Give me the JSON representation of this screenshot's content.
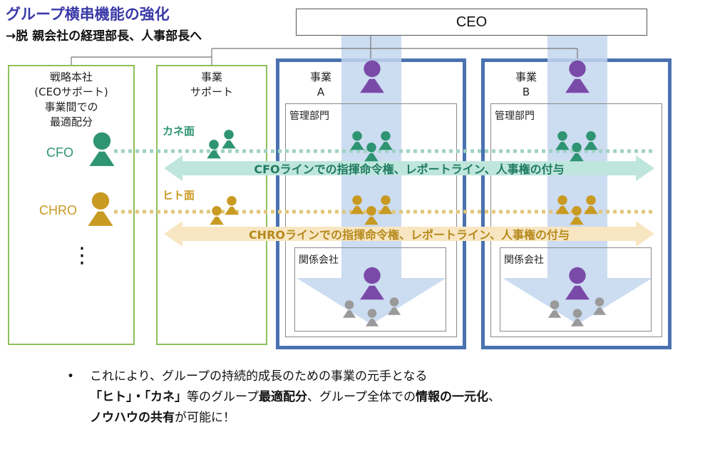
{
  "header": {
    "title": "グループ横串機能の強化",
    "subtitle": "→脱 親会社の経理部長、人事部長へ"
  },
  "ceo": {
    "label": "CEO"
  },
  "columns": {
    "strategy_hq": {
      "label": "戦略本社\n(CEOサポート)\n事業間での\n最適配分"
    },
    "business_support": {
      "label": "事業\nサポート"
    },
    "business_a": {
      "label": "事業\nA",
      "management": "管理部門",
      "affiliates": "関係会社"
    },
    "business_b": {
      "label": "事業\nB",
      "management": "管理部門",
      "affiliates": "関係会社"
    }
  },
  "roles": {
    "cfo": "CFO",
    "chro": "CHRO",
    "ellipsis": "⋮"
  },
  "categories": {
    "money": "カネ面",
    "people": "ヒト面"
  },
  "arrows": {
    "cfo_line": "CFOラインでの指揮命令権、レポートライン、人事権の付与",
    "chro_line": "CHROラインでの指揮命令権、レポートライン、人事権の付与"
  },
  "bullet": {
    "marker": "•",
    "line1": "これにより、グループの持続的成長のための事業の元手となる",
    "line2_a": "「ヒト」・「カネ」",
    "line2_b": "等のグループ",
    "line2_c": "最適配分",
    "line2_d": "、グループ全体での",
    "line2_e": "情報の一元化",
    "line2_f": "、",
    "line3_a": "ノウハウの共有",
    "line3_b": "が可能に！"
  },
  "colors": {
    "title": "#3a3aa8",
    "green_border": "#8dc05a",
    "blue_border": "#4a72b0",
    "teal": "#2e9472",
    "gold": "#c99a22",
    "purple": "#7a4aa8",
    "gray": "#9a9a9a",
    "cfo_arrow": "#bfe6dc",
    "chro_arrow": "#f8e6c2",
    "down_arrow": "#c3d6ee"
  },
  "icons": {
    "person": "person-icon"
  }
}
